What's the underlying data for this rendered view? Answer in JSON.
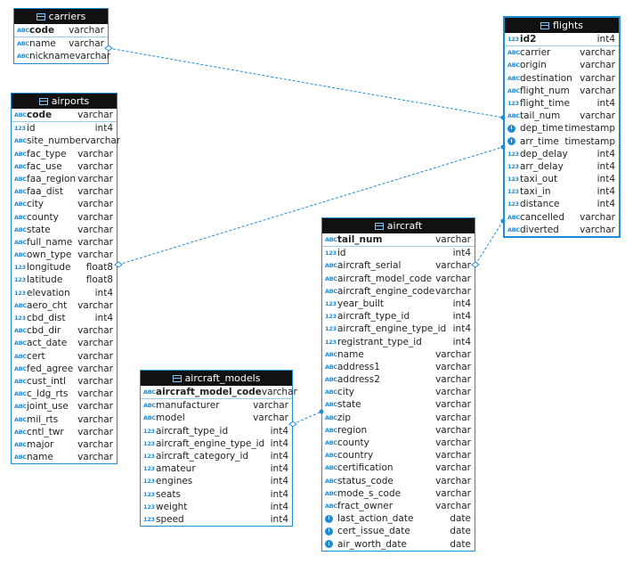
{
  "tables": [
    {
      "id": "carriers",
      "name": "carriers",
      "columns": [
        {
          "name": "code",
          "type": "varchar",
          "icon": "text",
          "pk": true
        },
        {
          "name": "name",
          "type": "varchar",
          "icon": "text"
        },
        {
          "name": "nickname",
          "type": "varchar",
          "icon": "text"
        }
      ]
    },
    {
      "id": "airports",
      "name": "airports",
      "columns": [
        {
          "name": "code",
          "type": "varchar",
          "icon": "text",
          "pk": true
        },
        {
          "name": "id",
          "type": "int4",
          "icon": "number"
        },
        {
          "name": "site_number",
          "type": "varchar",
          "icon": "text"
        },
        {
          "name": "fac_type",
          "type": "varchar",
          "icon": "text"
        },
        {
          "name": "fac_use",
          "type": "varchar",
          "icon": "text"
        },
        {
          "name": "faa_region",
          "type": "varchar",
          "icon": "text"
        },
        {
          "name": "faa_dist",
          "type": "varchar",
          "icon": "text"
        },
        {
          "name": "city",
          "type": "varchar",
          "icon": "text"
        },
        {
          "name": "county",
          "type": "varchar",
          "icon": "text"
        },
        {
          "name": "state",
          "type": "varchar",
          "icon": "text"
        },
        {
          "name": "full_name",
          "type": "varchar",
          "icon": "text"
        },
        {
          "name": "own_type",
          "type": "varchar",
          "icon": "text"
        },
        {
          "name": "longitude",
          "type": "float8",
          "icon": "number"
        },
        {
          "name": "latitude",
          "type": "float8",
          "icon": "number"
        },
        {
          "name": "elevation",
          "type": "int4",
          "icon": "number"
        },
        {
          "name": "aero_cht",
          "type": "varchar",
          "icon": "text"
        },
        {
          "name": "cbd_dist",
          "type": "int4",
          "icon": "number"
        },
        {
          "name": "cbd_dir",
          "type": "varchar",
          "icon": "text"
        },
        {
          "name": "act_date",
          "type": "varchar",
          "icon": "text"
        },
        {
          "name": "cert",
          "type": "varchar",
          "icon": "text"
        },
        {
          "name": "fed_agree",
          "type": "varchar",
          "icon": "text"
        },
        {
          "name": "cust_intl",
          "type": "varchar",
          "icon": "text"
        },
        {
          "name": "c_ldg_rts",
          "type": "varchar",
          "icon": "text"
        },
        {
          "name": "joint_use",
          "type": "varchar",
          "icon": "text"
        },
        {
          "name": "mil_rts",
          "type": "varchar",
          "icon": "text"
        },
        {
          "name": "cntl_twr",
          "type": "varchar",
          "icon": "text"
        },
        {
          "name": "major",
          "type": "varchar",
          "icon": "text"
        },
        {
          "name": "name",
          "type": "varchar",
          "icon": "text"
        }
      ]
    },
    {
      "id": "flights",
      "name": "flights",
      "selected": true,
      "columns": [
        {
          "name": "id2",
          "type": "int4",
          "icon": "number",
          "pk": true
        },
        {
          "name": "carrier",
          "type": "varchar",
          "icon": "text"
        },
        {
          "name": "origin",
          "type": "varchar",
          "icon": "text"
        },
        {
          "name": "destination",
          "type": "varchar",
          "icon": "text"
        },
        {
          "name": "flight_num",
          "type": "varchar",
          "icon": "text"
        },
        {
          "name": "flight_time",
          "type": "int4",
          "icon": "number"
        },
        {
          "name": "tail_num",
          "type": "varchar",
          "icon": "text"
        },
        {
          "name": "dep_time",
          "type": "timestamp",
          "icon": "clock"
        },
        {
          "name": "arr_time",
          "type": "timestamp",
          "icon": "clock"
        },
        {
          "name": "dep_delay",
          "type": "int4",
          "icon": "number"
        },
        {
          "name": "arr_delay",
          "type": "int4",
          "icon": "number"
        },
        {
          "name": "taxi_out",
          "type": "int4",
          "icon": "number"
        },
        {
          "name": "taxi_in",
          "type": "int4",
          "icon": "number"
        },
        {
          "name": "distance",
          "type": "int4",
          "icon": "number"
        },
        {
          "name": "cancelled",
          "type": "varchar",
          "icon": "text"
        },
        {
          "name": "diverted",
          "type": "varchar",
          "icon": "text"
        }
      ]
    },
    {
      "id": "aircraft",
      "name": "aircraft",
      "columns": [
        {
          "name": "tail_num",
          "type": "varchar",
          "icon": "text",
          "pk": true
        },
        {
          "name": "id",
          "type": "int4",
          "icon": "number"
        },
        {
          "name": "aircraft_serial",
          "type": "varchar",
          "icon": "text"
        },
        {
          "name": "aircraft_model_code",
          "type": "varchar",
          "icon": "text"
        },
        {
          "name": "aircraft_engine_code",
          "type": "varchar",
          "icon": "text"
        },
        {
          "name": "year_built",
          "type": "int4",
          "icon": "number"
        },
        {
          "name": "aircraft_type_id",
          "type": "int4",
          "icon": "number"
        },
        {
          "name": "aircraft_engine_type_id",
          "type": "int4",
          "icon": "number"
        },
        {
          "name": "registrant_type_id",
          "type": "int4",
          "icon": "number"
        },
        {
          "name": "name",
          "type": "varchar",
          "icon": "text"
        },
        {
          "name": "address1",
          "type": "varchar",
          "icon": "text"
        },
        {
          "name": "address2",
          "type": "varchar",
          "icon": "text"
        },
        {
          "name": "city",
          "type": "varchar",
          "icon": "text"
        },
        {
          "name": "state",
          "type": "varchar",
          "icon": "text"
        },
        {
          "name": "zip",
          "type": "varchar",
          "icon": "text"
        },
        {
          "name": "region",
          "type": "varchar",
          "icon": "text"
        },
        {
          "name": "county",
          "type": "varchar",
          "icon": "text"
        },
        {
          "name": "country",
          "type": "varchar",
          "icon": "text"
        },
        {
          "name": "certification",
          "type": "varchar",
          "icon": "text"
        },
        {
          "name": "status_code",
          "type": "varchar",
          "icon": "text"
        },
        {
          "name": "mode_s_code",
          "type": "varchar",
          "icon": "text"
        },
        {
          "name": "fract_owner",
          "type": "varchar",
          "icon": "text"
        },
        {
          "name": "last_action_date",
          "type": "date",
          "icon": "clock"
        },
        {
          "name": "cert_issue_date",
          "type": "date",
          "icon": "clock"
        },
        {
          "name": "air_worth_date",
          "type": "date",
          "icon": "clock"
        }
      ]
    },
    {
      "id": "aircraft_models",
      "name": "aircraft_models",
      "columns": [
        {
          "name": "aircraft_model_code",
          "type": "varchar",
          "icon": "text",
          "pk": true
        },
        {
          "name": "manufacturer",
          "type": "varchar",
          "icon": "text"
        },
        {
          "name": "model",
          "type": "varchar",
          "icon": "text"
        },
        {
          "name": "aircraft_type_id",
          "type": "int4",
          "icon": "number"
        },
        {
          "name": "aircraft_engine_type_id",
          "type": "int4",
          "icon": "number"
        },
        {
          "name": "aircraft_category_id",
          "type": "int4",
          "icon": "number"
        },
        {
          "name": "amateur",
          "type": "int4",
          "icon": "number"
        },
        {
          "name": "engines",
          "type": "int4",
          "icon": "number"
        },
        {
          "name": "seats",
          "type": "int4",
          "icon": "number"
        },
        {
          "name": "weight",
          "type": "int4",
          "icon": "number"
        },
        {
          "name": "speed",
          "type": "int4",
          "icon": "number"
        }
      ]
    }
  ],
  "relationships": [
    {
      "from": "carriers",
      "to": "flights"
    },
    {
      "from": "airports",
      "to": "flights"
    },
    {
      "from": "aircraft",
      "to": "flights"
    },
    {
      "from": "aircraft_models",
      "to": "aircraft"
    }
  ],
  "icons": {
    "text": "ABC",
    "number": "123",
    "clock": "clock-icon"
  },
  "colors": {
    "accent": "#1f8dd6",
    "header": "#111111"
  }
}
